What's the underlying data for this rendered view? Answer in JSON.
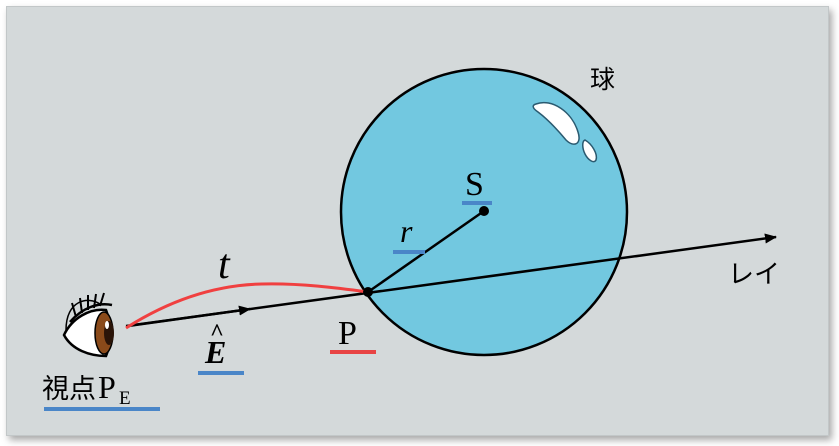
{
  "labels": {
    "sphere": "球",
    "center": "S",
    "radius": "r",
    "param": "t",
    "direction": "E",
    "direction_hat": "^",
    "point": "P",
    "ray": "レイ",
    "viewpoint": "視点",
    "viewpoint_symbol": "P",
    "viewpoint_sub": "E"
  },
  "colors": {
    "background": "#d4d9da",
    "sphere_fill": "#72c8e0",
    "outline": "#000000",
    "curve": "#f04040",
    "underline_blue": "#4a86c8",
    "underline_red": "#e84444",
    "iris": "#8a4a1a"
  }
}
